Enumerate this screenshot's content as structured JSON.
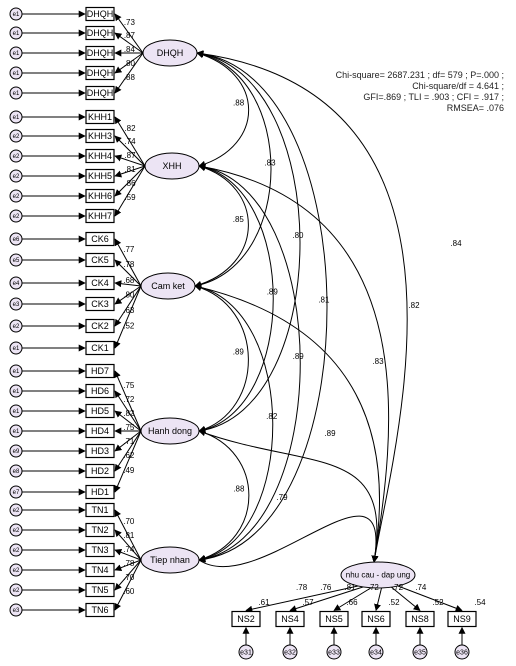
{
  "fit_stats": {
    "line1": "Chi-square= 2687.231 ; df= 579 ; P=.000 ;",
    "line2": "Chi-square/df = 4.641 ;",
    "line3": "GFI=.869 ; TLI = .903 ; CFI = .917 ;",
    "line4": "RMSEA= .076"
  },
  "colors": {
    "latent_fill": "#ece4f4",
    "stroke": "#000000",
    "box_fill": "#ffffff",
    "text": "#000000"
  },
  "latents": [
    {
      "name": "DHQH"
    },
    {
      "name": "XHH"
    },
    {
      "name": "Cam ket"
    },
    {
      "name": "Hanh dong"
    },
    {
      "name": "Tiep nhan"
    },
    {
      "name": "nhu cau - dap ung"
    }
  ],
  "indicator_groups": [
    {
      "latent": "DHQH",
      "items": [
        {
          "label": "DHQH",
          "error": "e1",
          "loading": ".73"
        },
        {
          "label": "DHQH",
          "error": "e1",
          "loading": ".87"
        },
        {
          "label": "DHQH",
          "error": "e1",
          "loading": ".84"
        },
        {
          "label": "DHQH",
          "error": "e1",
          "loading": ".80"
        },
        {
          "label": "DHQH",
          "error": "e1",
          "loading": ".88"
        }
      ]
    },
    {
      "latent": "XHH",
      "items": [
        {
          "label": "KHH1",
          "error": "e1",
          "loading": ".82"
        },
        {
          "label": "KHH3",
          "error": "e2",
          "loading": ".74"
        },
        {
          "label": "KHH4",
          "error": "e2",
          "loading": ".87"
        },
        {
          "label": "KHH5",
          "error": "e2",
          "loading": ".81"
        },
        {
          "label": "KHH6",
          "error": "e2",
          "loading": ".86"
        },
        {
          "label": "KHH7",
          "error": "e2",
          "loading": ".59"
        }
      ]
    },
    {
      "latent": "Cam ket",
      "items": [
        {
          "label": "CK6",
          "error": "e6",
          "loading": ".77"
        },
        {
          "label": "CK5",
          "error": "e5",
          "loading": ".78"
        },
        {
          "label": "CK4",
          "error": "e4",
          "loading": ".68"
        },
        {
          "label": "CK3",
          "error": "e3",
          "loading": ".80"
        },
        {
          "label": "CK2",
          "error": "e2",
          "loading": ".63"
        },
        {
          "label": "CK1",
          "error": "e1",
          "loading": ".52"
        }
      ]
    },
    {
      "latent": "Hanh dong",
      "items": [
        {
          "label": "HD7",
          "error": "e1",
          "loading": ".75"
        },
        {
          "label": "HD6",
          "error": "e1",
          "loading": ".72"
        },
        {
          "label": "HD5",
          "error": "e1",
          "loading": ".82"
        },
        {
          "label": "HD4",
          "error": "e1",
          "loading": ".75"
        },
        {
          "label": "HD3",
          "error": "e9",
          "loading": ".71"
        },
        {
          "label": "HD2",
          "error": "e8",
          "loading": ".62"
        },
        {
          "label": "HD1",
          "error": "e7",
          "loading": ".49"
        }
      ]
    },
    {
      "latent": "Tiep nhan",
      "items": [
        {
          "label": "TN1",
          "error": "e2",
          "loading": ".70"
        },
        {
          "label": "TN2",
          "error": "e2",
          "loading": ".81"
        },
        {
          "label": "TN3",
          "error": "e2",
          "loading": ".74"
        },
        {
          "label": "TN4",
          "error": "e2",
          "loading": ".78"
        },
        {
          "label": "TN5",
          "error": "e2",
          "loading": ".70"
        },
        {
          "label": "TN6",
          "error": "e3",
          "loading": ".60"
        }
      ]
    }
  ],
  "outcome_indicators": [
    {
      "label": "NS2",
      "error": "e31",
      "loading": ".78",
      "r2": ".61"
    },
    {
      "label": "NS4",
      "error": "e32",
      "loading": ".76",
      "r2": ".57"
    },
    {
      "label": "NS5",
      "error": "e33",
      "loading": ".81",
      "r2": ".66"
    },
    {
      "label": "NS6",
      "error": "e34",
      "loading": ".72",
      "r2": ".52"
    },
    {
      "label": "NS8",
      "error": "e35",
      "loading": ".72",
      "r2": ".52"
    },
    {
      "label": "NS9",
      "error": "e36",
      "loading": ".74",
      "r2": ".54"
    }
  ],
  "correlations": [
    {
      "from": "DHQH",
      "to": "XHH",
      "value": ".88"
    },
    {
      "from": "XHH",
      "to": "Cam ket",
      "value": ".85"
    },
    {
      "from": "Cam ket",
      "to": "Hanh dong",
      "value": ".89"
    },
    {
      "from": "Hanh dong",
      "to": "Tiep nhan",
      "value": ".88"
    },
    {
      "from": "DHQH",
      "to": "Cam ket",
      "value": ".83"
    },
    {
      "from": "XHH",
      "to": "Hanh dong",
      "value": ".89"
    },
    {
      "from": "Cam ket",
      "to": "Tiep nhan",
      "value": ".82"
    },
    {
      "from": "DHQH",
      "to": "Hanh dong",
      "value": ".80"
    },
    {
      "from": "XHH",
      "to": "Tiep nhan",
      "value": ".89"
    },
    {
      "from": "DHQH",
      "to": "Tiep nhan",
      "value": ".81"
    }
  ],
  "paths": [
    {
      "from": "DHQH",
      "to": "nhu cau - dap ung",
      "value": ".84"
    },
    {
      "from": "XHH",
      "to": "nhu cau - dap ung",
      "value": ".82"
    },
    {
      "from": "Cam ket",
      "to": "nhu cau - dap ung",
      "value": ".83"
    },
    {
      "from": "Hanh dong",
      "to": "nhu cau - dap ung",
      "value": ".89"
    },
    {
      "from": "Tiep nhan",
      "to": "nhu cau - dap ung",
      "value": ".79"
    }
  ]
}
